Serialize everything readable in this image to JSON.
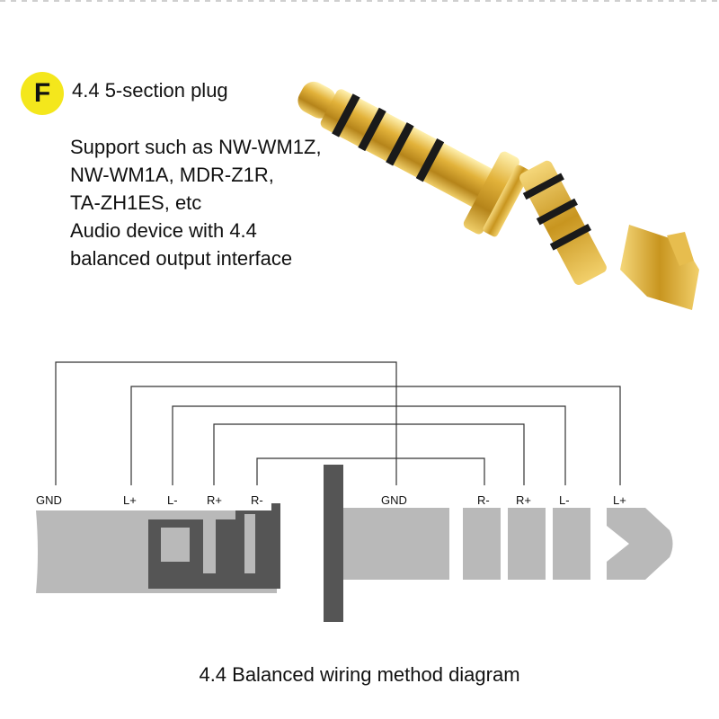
{
  "badge": {
    "letter": "F"
  },
  "plug_title": "4.4 5-section plug",
  "support_lines": [
    "Support such as NW-WM1Z,",
    "NW-WM1A, MDR-Z1R,",
    "TA-ZH1ES, etc",
    "Audio device with 4.4",
    "balanced output interface"
  ],
  "left_pins": [
    "GND",
    "L+",
    "L-",
    "R+",
    "R-"
  ],
  "right_pins": [
    "GND",
    "R-",
    "R+",
    "L-",
    "L+"
  ],
  "caption": "4.4 Balanced wiring method diagram",
  "colors": {
    "badge": "#f4e71c",
    "gold": "#d4a52a",
    "plug_gray": "#b9b9b9",
    "core_dark": "#555555",
    "wire": "#333333"
  }
}
